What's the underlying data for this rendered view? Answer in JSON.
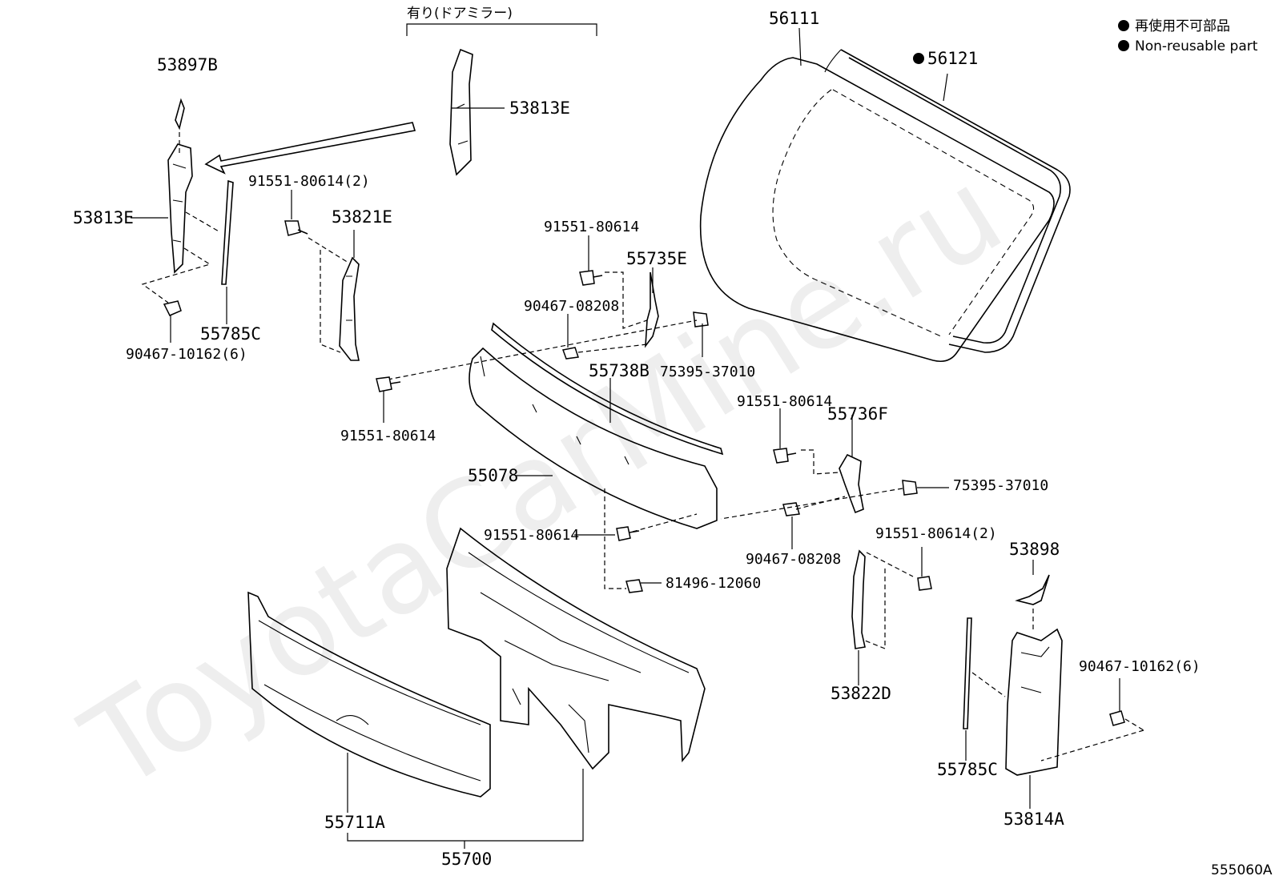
{
  "legend": {
    "jp": "再使用不可部品",
    "en": "Non-reusable part"
  },
  "watermark": "ToyotaCarMine.ru",
  "figure_id": "555060A",
  "group_note": "有り(ドアミラー)",
  "labels": {
    "p53897B": "53897B",
    "p53813E_top": "53813E",
    "p53813E_left": "53813E",
    "p91551_80614_2_a": "91551-80614(2)",
    "p53821E": "53821E",
    "p55785C_left": "55785C",
    "p90467_10162_6_left": "90467-10162(6)",
    "p56111": "56111",
    "p56121": "56121",
    "p91551_80614_b": "91551-80614",
    "p55735E": "55735E",
    "p90467_08208_a": "90467-08208",
    "p75395_37010_a": "75395-37010",
    "p55738B": "55738B",
    "p91551_80614_c": "91551-80614",
    "p91551_80614_d": "91551-80614",
    "p55736F": "55736F",
    "p55078": "55078",
    "p75395_37010_b": "75395-37010",
    "p91551_80614_e": "91551-80614",
    "p90467_08208_b": "90467-08208",
    "p91551_80614_2_b": "91551-80614(2)",
    "p53898": "53898",
    "p81496_12060": "81496-12060",
    "p90467_10162_6_right": "90467-10162(6)",
    "p53822D": "53822D",
    "p55785C_right": "55785C",
    "p53814A": "53814A",
    "p55711A": "55711A",
    "p55700": "55700"
  }
}
